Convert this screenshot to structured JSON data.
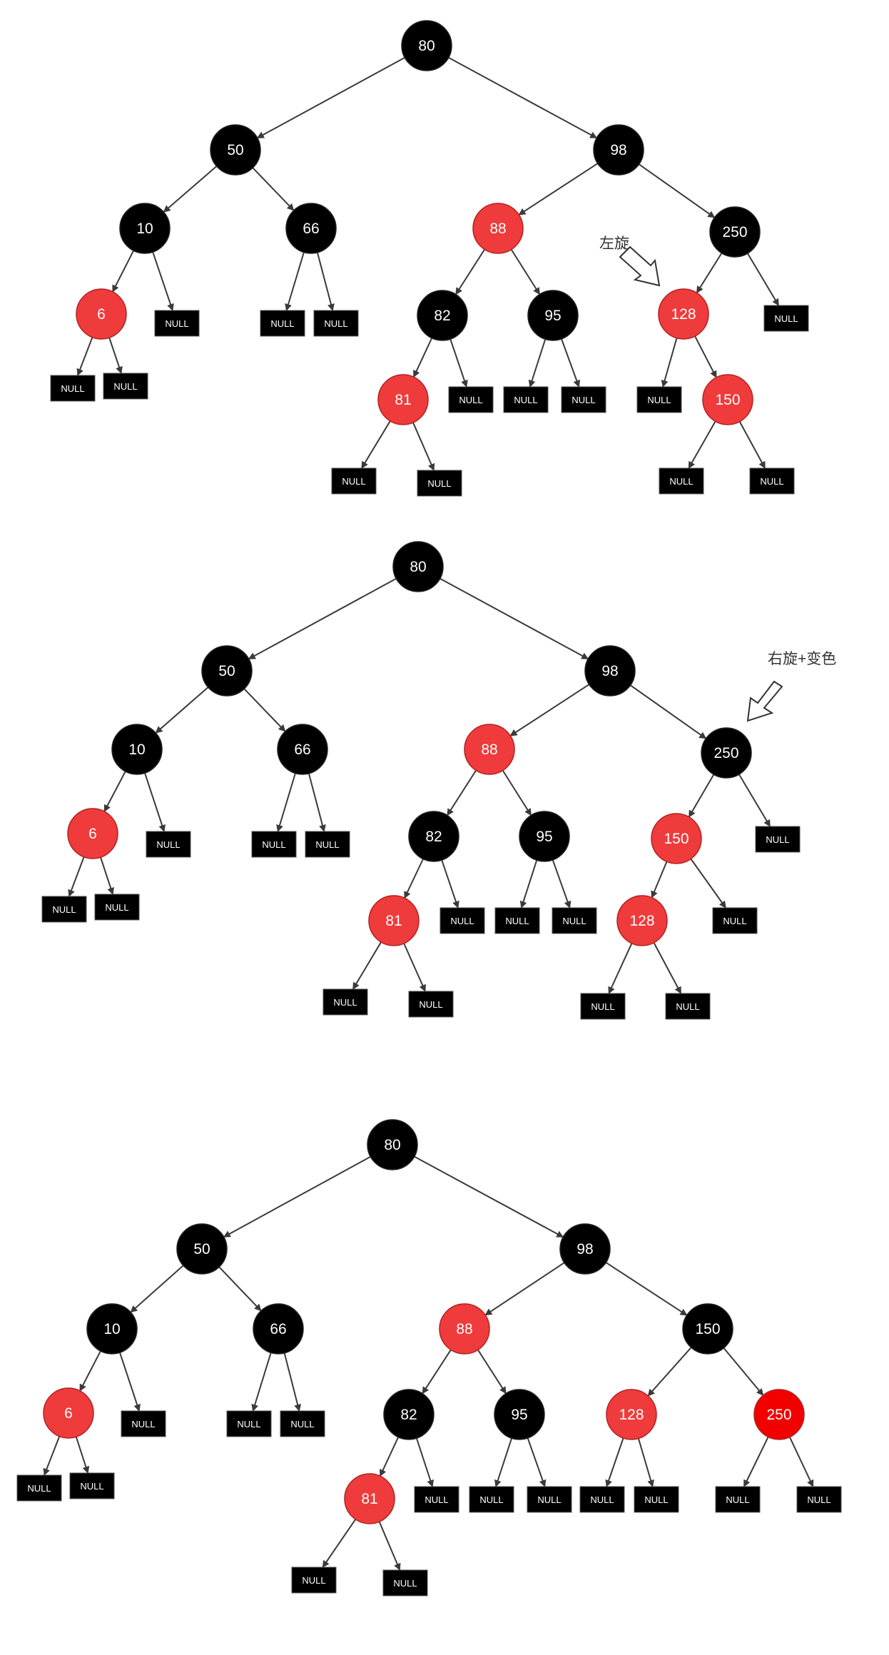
{
  "colors": {
    "black_node": "#000000",
    "red_node": "#ef3b3b",
    "bright_red_node": "#f20000",
    "edge": "#3a3a3a",
    "null_box": "#000000",
    "text": "#ffffff"
  },
  "null_label": "NULL",
  "trees": [
    {
      "annotation": {
        "text": "左旋",
        "arrow": "hollow-arrow-icon"
      },
      "nodes": [
        {
          "id": "80",
          "label": "80",
          "color": "black"
        },
        {
          "id": "50",
          "label": "50",
          "color": "black"
        },
        {
          "id": "98",
          "label": "98",
          "color": "black"
        },
        {
          "id": "10",
          "label": "10",
          "color": "black"
        },
        {
          "id": "66",
          "label": "66",
          "color": "black"
        },
        {
          "id": "88",
          "label": "88",
          "color": "red"
        },
        {
          "id": "250",
          "label": "250",
          "color": "black"
        },
        {
          "id": "6",
          "label": "6",
          "color": "red"
        },
        {
          "id": "82",
          "label": "82",
          "color": "black"
        },
        {
          "id": "95",
          "label": "95",
          "color": "black"
        },
        {
          "id": "128",
          "label": "128",
          "color": "red"
        },
        {
          "id": "81",
          "label": "81",
          "color": "red"
        },
        {
          "id": "150",
          "label": "150",
          "color": "red"
        }
      ],
      "edges": [
        [
          "80",
          "50"
        ],
        [
          "80",
          "98"
        ],
        [
          "50",
          "10"
        ],
        [
          "50",
          "66"
        ],
        [
          "98",
          "88"
        ],
        [
          "98",
          "250"
        ],
        [
          "10",
          "6"
        ],
        [
          "10",
          "n1"
        ],
        [
          "66",
          "n2"
        ],
        [
          "66",
          "n3"
        ],
        [
          "6",
          "n4"
        ],
        [
          "6",
          "n5"
        ],
        [
          "88",
          "82"
        ],
        [
          "88",
          "95"
        ],
        [
          "250",
          "128"
        ],
        [
          "250",
          "n6"
        ],
        [
          "82",
          "81"
        ],
        [
          "82",
          "n7"
        ],
        [
          "95",
          "n8"
        ],
        [
          "95",
          "n9"
        ],
        [
          "128",
          "n10"
        ],
        [
          "128",
          "150"
        ],
        [
          "81",
          "n11"
        ],
        [
          "81",
          "n12"
        ],
        [
          "150",
          "n13"
        ],
        [
          "150",
          "n14"
        ]
      ]
    },
    {
      "annotation": {
        "text": "右旋+变色",
        "arrow": "hollow-arrow-icon"
      },
      "nodes": [
        {
          "id": "80",
          "label": "80",
          "color": "black"
        },
        {
          "id": "50",
          "label": "50",
          "color": "black"
        },
        {
          "id": "98",
          "label": "98",
          "color": "black"
        },
        {
          "id": "10",
          "label": "10",
          "color": "black"
        },
        {
          "id": "66",
          "label": "66",
          "color": "black"
        },
        {
          "id": "88",
          "label": "88",
          "color": "red"
        },
        {
          "id": "250",
          "label": "250",
          "color": "black"
        },
        {
          "id": "6",
          "label": "6",
          "color": "red"
        },
        {
          "id": "82",
          "label": "82",
          "color": "black"
        },
        {
          "id": "95",
          "label": "95",
          "color": "black"
        },
        {
          "id": "150",
          "label": "150",
          "color": "red"
        },
        {
          "id": "81",
          "label": "81",
          "color": "red"
        },
        {
          "id": "128",
          "label": "128",
          "color": "red"
        }
      ],
      "edges": [
        [
          "80",
          "50"
        ],
        [
          "80",
          "98"
        ],
        [
          "50",
          "10"
        ],
        [
          "50",
          "66"
        ],
        [
          "98",
          "88"
        ],
        [
          "98",
          "250"
        ],
        [
          "10",
          "6"
        ],
        [
          "10",
          "n1"
        ],
        [
          "66",
          "n2"
        ],
        [
          "66",
          "n3"
        ],
        [
          "6",
          "n4"
        ],
        [
          "6",
          "n5"
        ],
        [
          "88",
          "82"
        ],
        [
          "88",
          "95"
        ],
        [
          "250",
          "150"
        ],
        [
          "250",
          "n6"
        ],
        [
          "82",
          "81"
        ],
        [
          "82",
          "n7"
        ],
        [
          "95",
          "n8"
        ],
        [
          "95",
          "n9"
        ],
        [
          "150",
          "128"
        ],
        [
          "150",
          "n10"
        ],
        [
          "81",
          "n11"
        ],
        [
          "81",
          "n12"
        ],
        [
          "128",
          "n13"
        ],
        [
          "128",
          "n14"
        ]
      ]
    },
    {
      "annotation": null,
      "nodes": [
        {
          "id": "80",
          "label": "80",
          "color": "black"
        },
        {
          "id": "50",
          "label": "50",
          "color": "black"
        },
        {
          "id": "98",
          "label": "98",
          "color": "black"
        },
        {
          "id": "10",
          "label": "10",
          "color": "black"
        },
        {
          "id": "66",
          "label": "66",
          "color": "black"
        },
        {
          "id": "88",
          "label": "88",
          "color": "red"
        },
        {
          "id": "150",
          "label": "150",
          "color": "black"
        },
        {
          "id": "6",
          "label": "6",
          "color": "red"
        },
        {
          "id": "82",
          "label": "82",
          "color": "black"
        },
        {
          "id": "95",
          "label": "95",
          "color": "black"
        },
        {
          "id": "128",
          "label": "128",
          "color": "red"
        },
        {
          "id": "250",
          "label": "250",
          "color": "bright_red"
        },
        {
          "id": "81",
          "label": "81",
          "color": "red"
        }
      ],
      "edges": [
        [
          "80",
          "50"
        ],
        [
          "80",
          "98"
        ],
        [
          "50",
          "10"
        ],
        [
          "50",
          "66"
        ],
        [
          "98",
          "88"
        ],
        [
          "98",
          "150"
        ],
        [
          "10",
          "6"
        ],
        [
          "10",
          "n1"
        ],
        [
          "66",
          "n2"
        ],
        [
          "66",
          "n3"
        ],
        [
          "6",
          "n4"
        ],
        [
          "6",
          "n5"
        ],
        [
          "88",
          "82"
        ],
        [
          "88",
          "95"
        ],
        [
          "150",
          "128"
        ],
        [
          "150",
          "250"
        ],
        [
          "82",
          "81"
        ],
        [
          "82",
          "n6"
        ],
        [
          "95",
          "n7"
        ],
        [
          "95",
          "n8"
        ],
        [
          "128",
          "n9"
        ],
        [
          "128",
          "n10"
        ],
        [
          "250",
          "n11"
        ],
        [
          "250",
          "n12"
        ],
        [
          "81",
          "n13"
        ],
        [
          "81",
          "n14"
        ]
      ]
    }
  ]
}
